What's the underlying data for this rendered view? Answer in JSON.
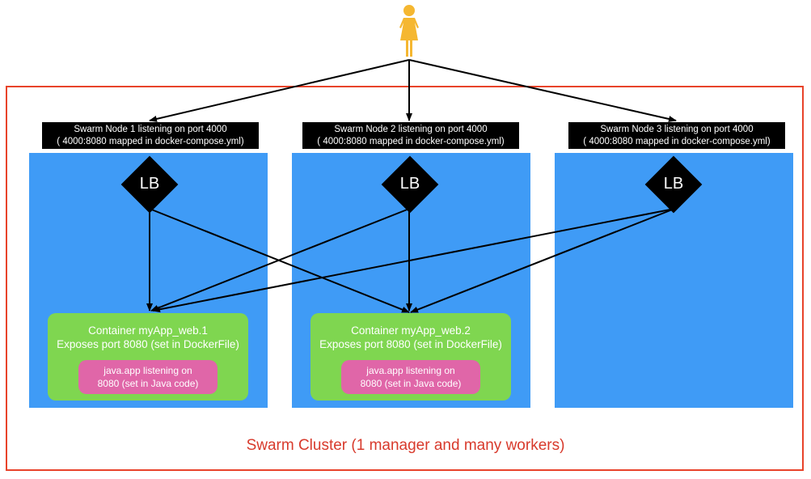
{
  "nodes": [
    {
      "label_line1": "Swarm Node 1 listening on port 4000",
      "label_line2": "( 4000:8080 mapped in docker-compose.yml)",
      "lb": "LB"
    },
    {
      "label_line1": "Swarm Node 2 listening on port 4000",
      "label_line2": "( 4000:8080 mapped in docker-compose.yml)",
      "lb": "LB"
    },
    {
      "label_line1": "Swarm Node 3 listening on port 4000",
      "label_line2": "( 4000:8080 mapped in docker-compose.yml)",
      "lb": "LB"
    }
  ],
  "containers": [
    {
      "title_line1": "Container myApp_web.1",
      "title_line2": "Exposes port 8080 (set in DockerFile)",
      "app_line1": "java.app listening on",
      "app_line2": "8080 (set in Java code)"
    },
    {
      "title_line1": "Container myApp_web.2",
      "title_line2": "Exposes port 8080 (set in DockerFile)",
      "app_line1": "java.app listening on",
      "app_line2": "8080 (set in Java code)"
    }
  ],
  "cluster": {
    "title": "Swarm Cluster (1 manager and many workers)"
  },
  "colors": {
    "node_bg": "#3f9bf6",
    "container_bg": "#7fd650",
    "app_bg": "#e066a8",
    "cluster_border": "#e8432a",
    "user_icon": "#f5b731"
  },
  "icons": {
    "user": "person-icon",
    "lb": "diamond-lb-icon"
  }
}
